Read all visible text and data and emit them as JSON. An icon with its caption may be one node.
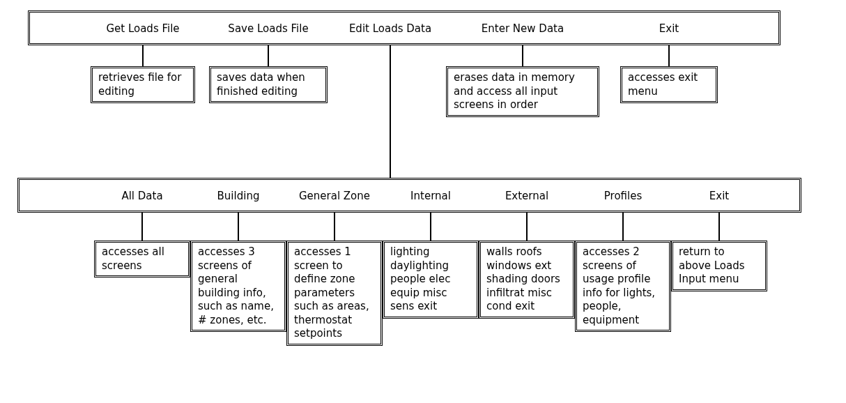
{
  "diagram": {
    "nodes": [
      {
        "text": [],
        "shape": "bar"
      },
      {
        "text": [
          "Get Loads File"
        ],
        "in": 0
      },
      {
        "text": [
          "Save Loads File"
        ],
        "in": 0
      },
      {
        "text": [
          "Edit Loads Data"
        ],
        "in": 0
      },
      {
        "text": [
          "Enter New Data"
        ],
        "in": 0
      },
      {
        "text": [
          "Exit"
        ],
        "in": 0
      },
      {
        "text": [
          "retrieves file for editing"
        ]
      },
      {
        "text": [
          "saves data when finished editing"
        ]
      },
      {
        "text": [
          "erases data in memory and access all input screens in order"
        ]
      },
      {
        "text": [
          "accesses exit menu"
        ]
      },
      {
        "text": [],
        "shape": "bar"
      },
      {
        "text": [
          "All Data"
        ],
        "in": 10
      },
      {
        "text": [
          "Building"
        ],
        "in": 10
      },
      {
        "text": [
          "General Zone"
        ],
        "in": 10
      },
      {
        "text": [
          "Internal"
        ],
        "in": 10
      },
      {
        "text": [
          "External"
        ],
        "in": 10
      },
      {
        "text": [
          "Profiles"
        ],
        "in": 10
      },
      {
        "text": [
          "Exit"
        ],
        "in": 10
      },
      {
        "text": [
          "accesses all screens"
        ]
      },
      {
        "text": [
          "accesses 3 screens of general building info, such as name, # zones, etc."
        ]
      },
      {
        "text": [
          "accesses 1 screen to define zone parameters such as areas, thermostat setpoints"
        ]
      },
      {
        "text": [
          "lighting daylighting people elec equip misc sens exit"
        ]
      },
      {
        "text": [
          "walls roofs windows ext shading doors infiltrat misc cond exit"
        ]
      },
      {
        "text": [
          "accesses 2 screens of usage profile info for lights, people, equipment"
        ]
      },
      {
        "text": [
          "return to above Loads Input menu"
        ]
      }
    ],
    "edges": [
      {
        "from": 1,
        "to": 6,
        "arrow": "none"
      },
      {
        "from": 2,
        "to": 7,
        "arrow": "none"
      },
      {
        "from": 3,
        "to": 10,
        "arrow": "none"
      },
      {
        "from": 4,
        "to": 8,
        "arrow": "none"
      },
      {
        "from": 5,
        "to": 9,
        "arrow": "none"
      },
      {
        "from": 11,
        "to": 18,
        "arrow": "none"
      },
      {
        "from": 12,
        "to": 19,
        "arrow": "none"
      },
      {
        "from": 13,
        "to": 20,
        "arrow": "none"
      },
      {
        "from": 14,
        "to": 21,
        "arrow": "none"
      },
      {
        "from": 15,
        "to": 22,
        "arrow": "none"
      },
      {
        "from": 16,
        "to": 23,
        "arrow": "none"
      },
      {
        "from": 17,
        "to": 24,
        "arrow": "none"
      }
    ]
  }
}
